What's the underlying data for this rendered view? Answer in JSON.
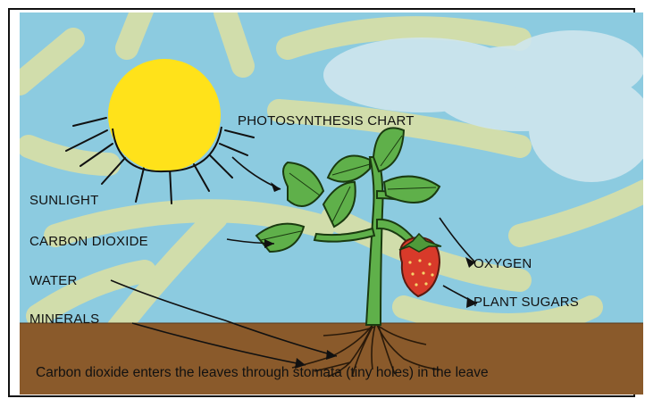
{
  "diagram": {
    "title": "PHOTOSYNTHESIS CHART",
    "labels": {
      "sunlight": "SUNLIGHT",
      "carbon_dioxide": "CARBON DIOXIDE",
      "water": "WATER",
      "minerals": "MINERALS",
      "oxygen": "OXYGEN",
      "plant_sugars": "PLANT SUGARS"
    },
    "caption": "Carbon dioxide enters the leaves through stomata (tiny holes) in the leave"
  },
  "colors": {
    "sky": "#8ccbe0",
    "sun": "#ffe21a",
    "soil": "#8a5a2b",
    "leaf": "#5fb04a",
    "strawberry": "#d83a2a",
    "ray": "#e8e39a",
    "cloud": "#cfe6ee"
  }
}
